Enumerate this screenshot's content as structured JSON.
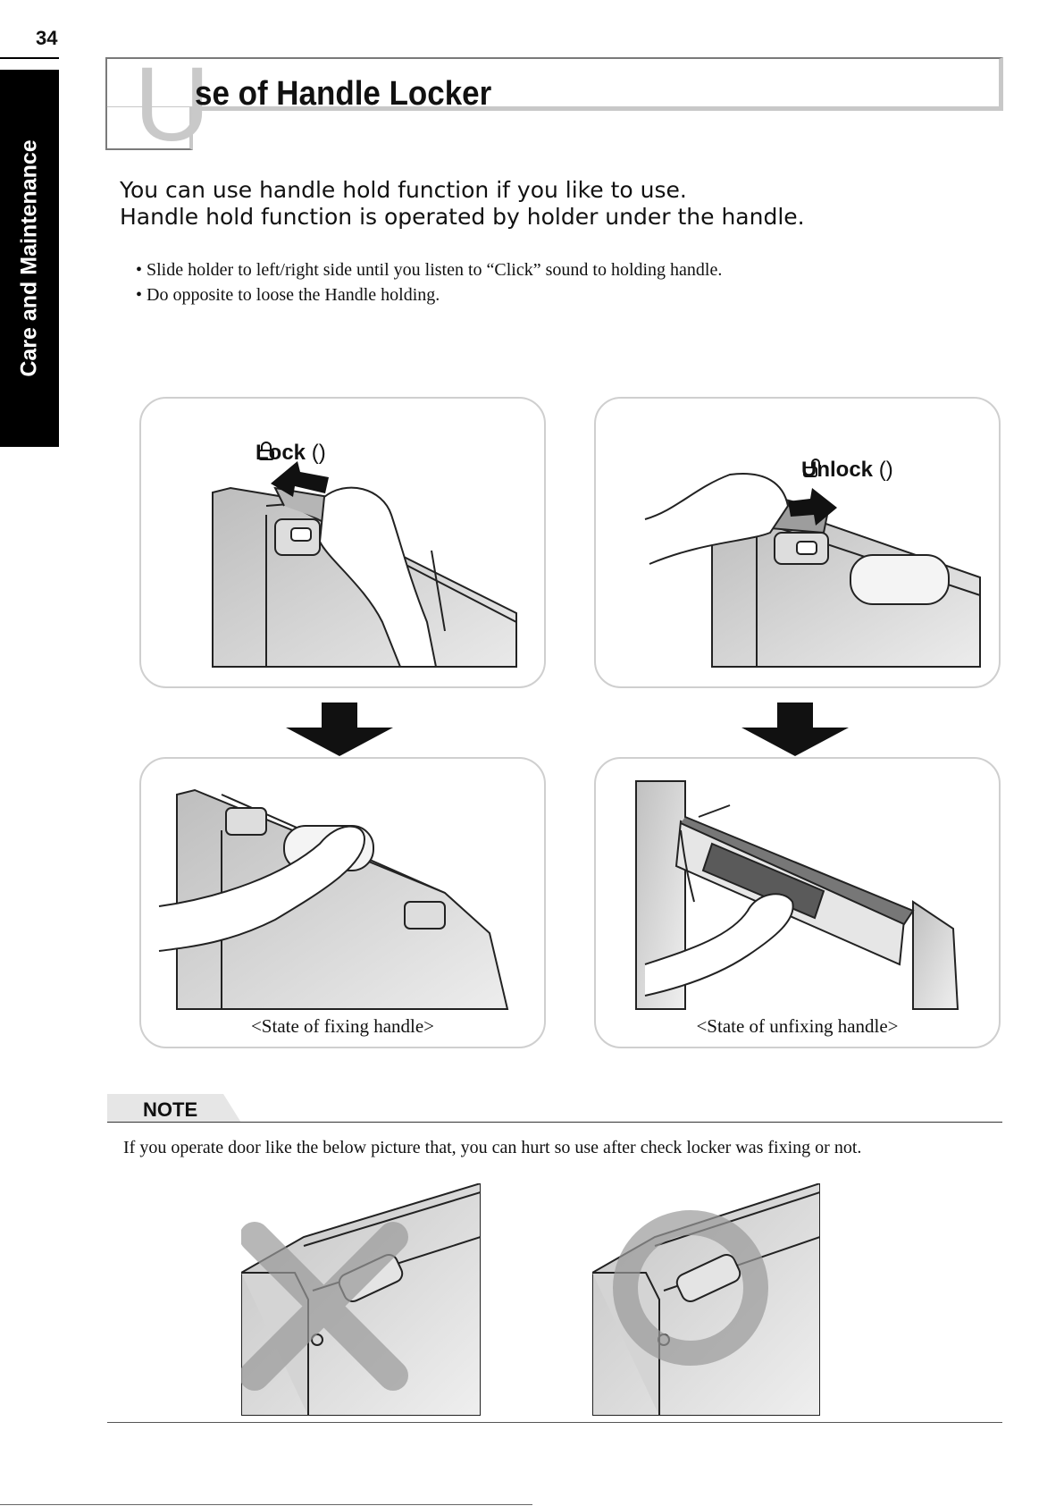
{
  "page_number": "34",
  "sidebar": {
    "section_label": "Care and Maintenance"
  },
  "title": {
    "initial": "U",
    "rest": "se of Handle Locker"
  },
  "intro": {
    "line1": "You can use handle hold function if you like to use.",
    "line2": "Handle hold function is operated by holder under the handle."
  },
  "bullets": [
    "• Slide holder to left/right side until you listen to “Click” sound to holding handle.",
    "• Do opposite to loose the Handle holding."
  ],
  "panels": {
    "lock": {
      "label": "Lock",
      "icon": "locked-padlock-icon"
    },
    "unlock": {
      "label": "Unlock",
      "icon": "unlocked-padlock-icon"
    },
    "fixed": {
      "caption": "<State of fixing handle>"
    },
    "unfixed": {
      "caption": "<State of unfixing handle>"
    }
  },
  "note": {
    "label": "NOTE",
    "text": "If you operate door like the below picture that, you can hurt so use after check locker was fixing or not."
  },
  "colors": {
    "accent_dark": "#000000",
    "panel_border": "#cfcfcf",
    "big_letter": "#c9c9c9",
    "mark_gray": "#9a9a9a"
  }
}
